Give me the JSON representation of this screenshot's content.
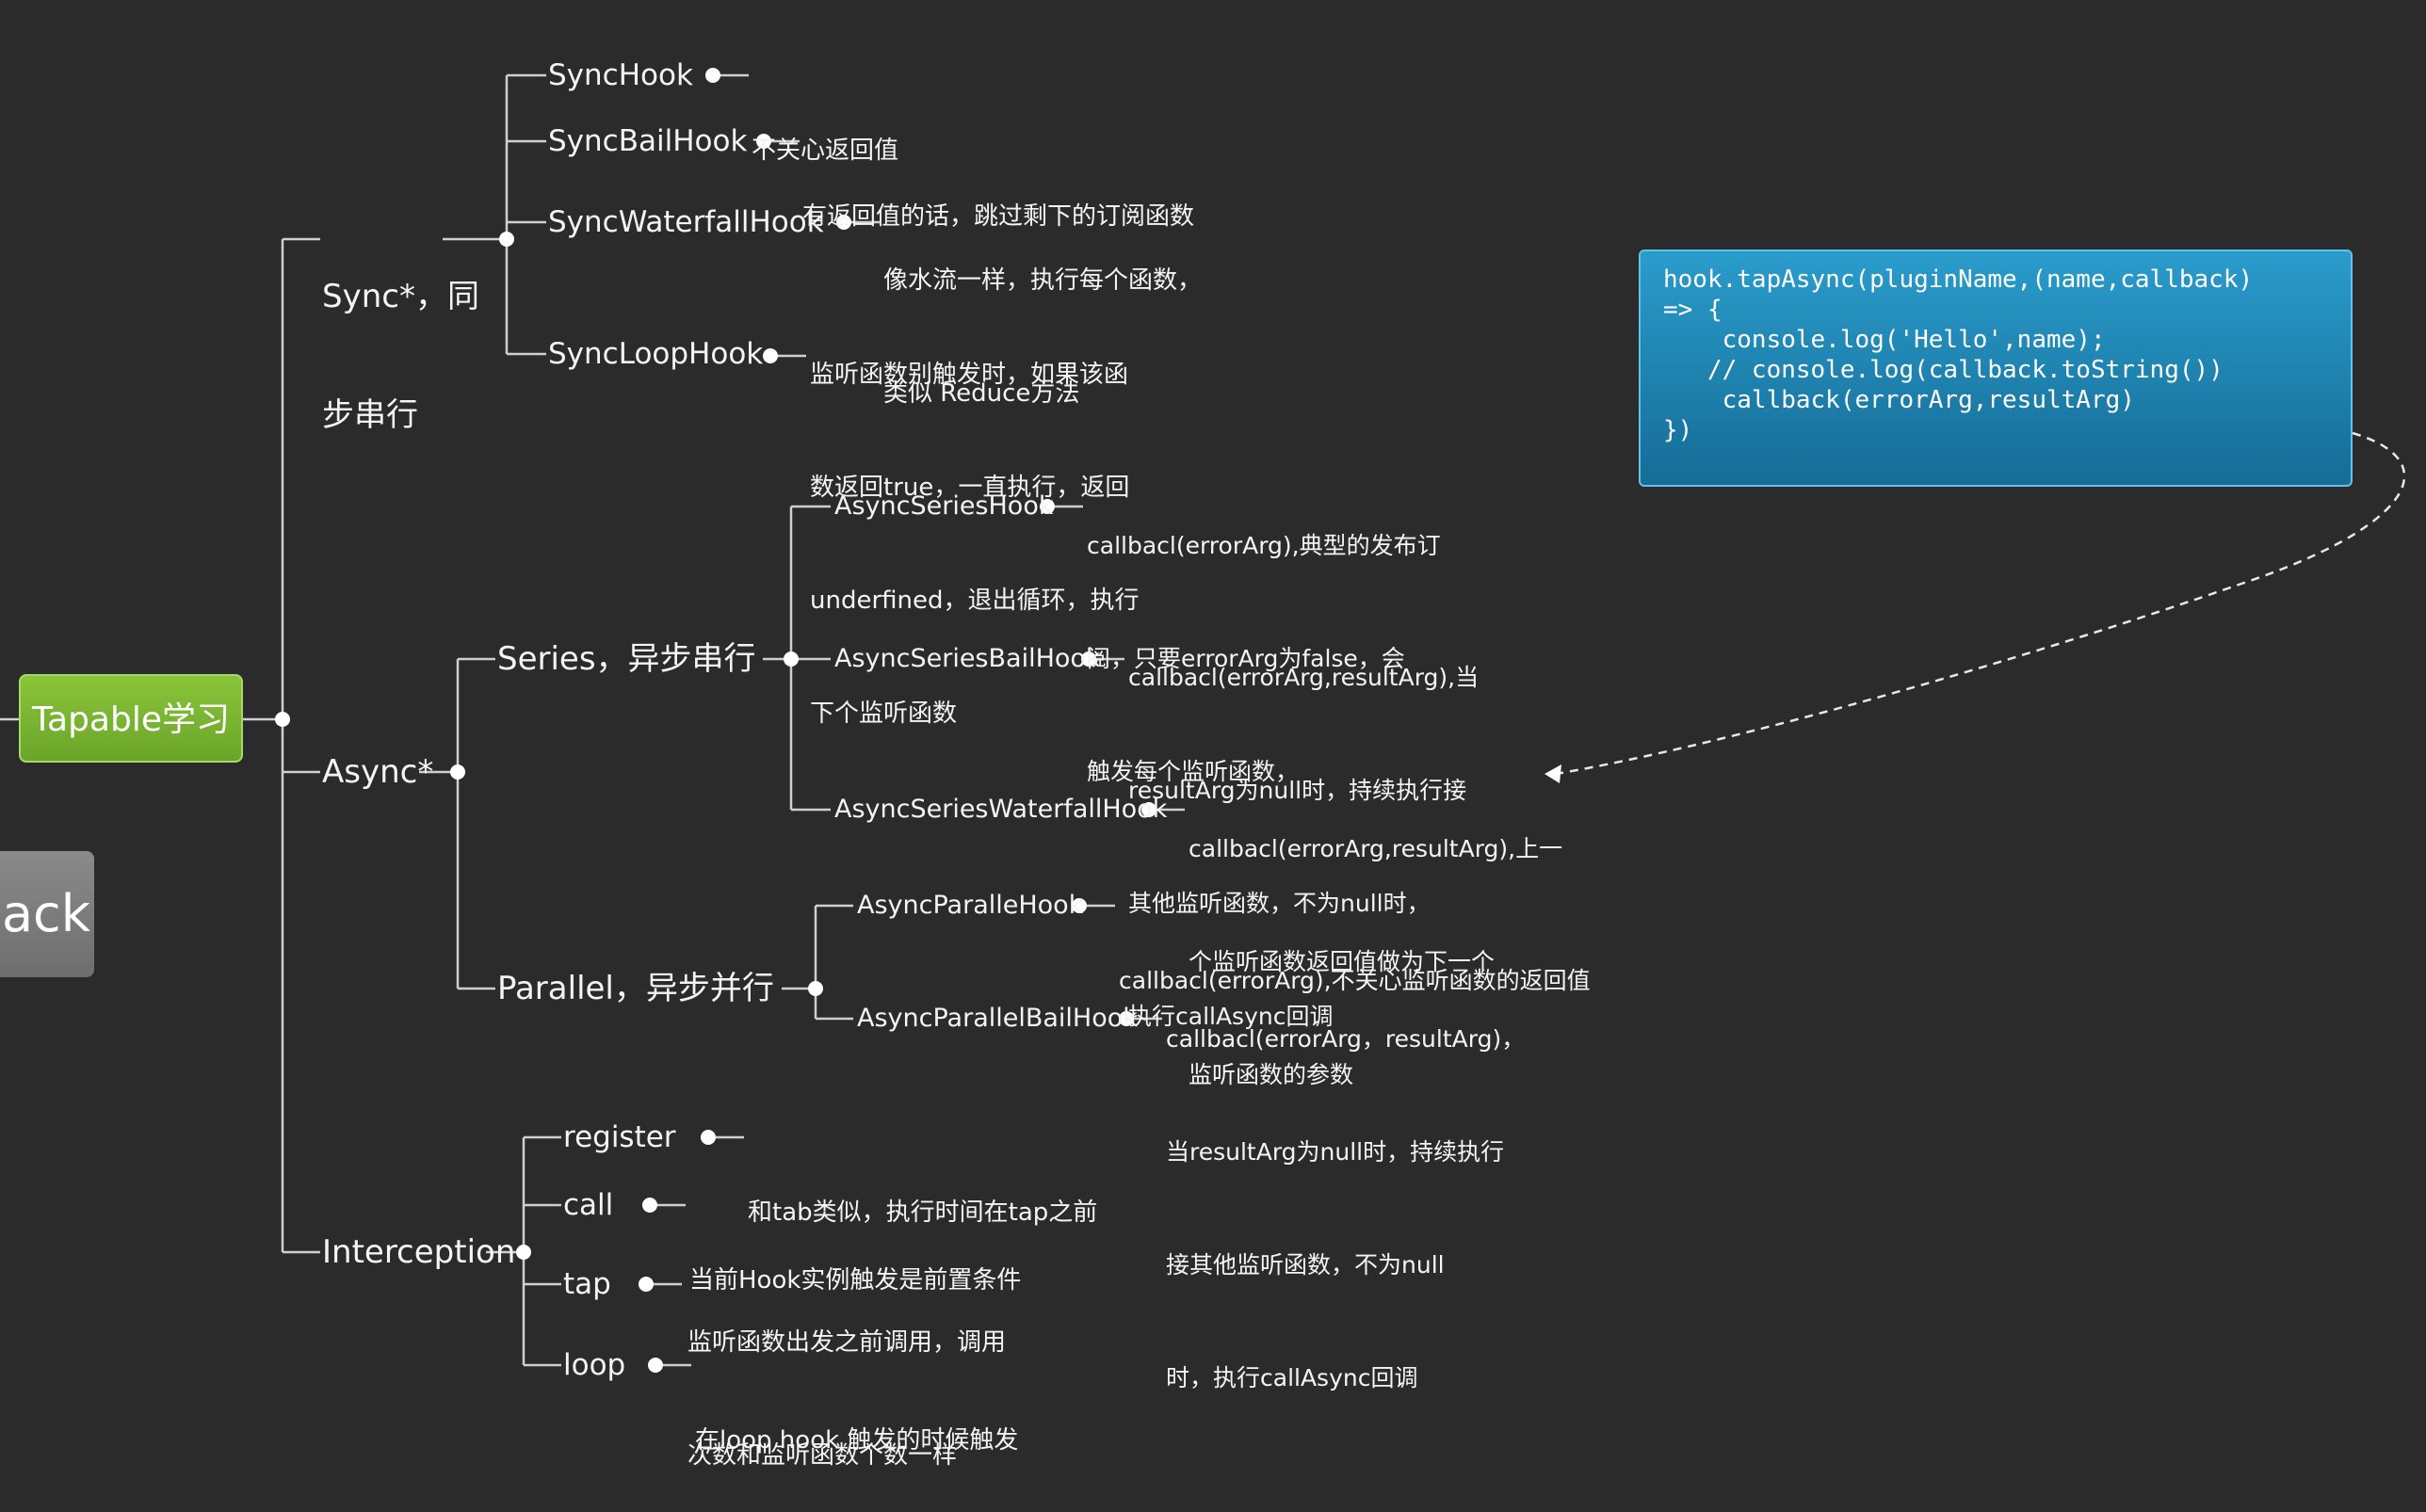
{
  "root": {
    "label": "Tapable学习"
  },
  "side_node": {
    "label": "ack"
  },
  "sync": {
    "label_line1": "Sync*，同",
    "label_line2": "步串行",
    "hooks": [
      {
        "name": "SyncHook",
        "desc": [
          "不关心返回值"
        ]
      },
      {
        "name": "SyncBailHook",
        "desc": [
          "有返回值的话，跳过剩下的订阅函数"
        ]
      },
      {
        "name": "SyncWaterfallHook",
        "desc": [
          "像水流一样，执行每个函数，",
          "类似 Reduce方法"
        ]
      },
      {
        "name": "SyncLoopHook",
        "desc": [
          "监听函数别触发时，如果该函",
          "数返回true，一直执行，返回",
          "underfined，退出循环，执行",
          "下个监听函数"
        ]
      }
    ]
  },
  "async": {
    "label": "Async*",
    "series": {
      "label": "Series，异步串行",
      "hooks": [
        {
          "name": "AsyncSeriesHook",
          "desc": [
            "callbacl(errorArg),典型的发布订",
            "阅，只要errorArg为false，会",
            "触发每个监听函数，"
          ]
        },
        {
          "name": "AsyncSeriesBailHook",
          "desc": [
            "callbacl(errorArg,resultArg),当",
            "resultArg为null时，持续执行接",
            "其他监听函数，不为null时，",
            "执行callAsync回调"
          ]
        },
        {
          "name": "AsyncSeriesWaterfallHook",
          "desc": [
            "callbacl(errorArg,resultArg),上一",
            "个监听函数返回值做为下一个",
            "监听函数的参数"
          ]
        }
      ]
    },
    "parallel": {
      "label": "Parallel，异步并行",
      "hooks": [
        {
          "name": "AsyncParalleHook",
          "desc": [
            "callbacl(errorArg),不关心监听函数的返回值"
          ]
        },
        {
          "name": "AsyncParallelBailHook",
          "desc": [
            "callbacl(errorArg，resultArg)，",
            "当resultArg为null时，持续执行",
            "接其他监听函数，不为null",
            "时，执行callAsync回调"
          ]
        }
      ]
    }
  },
  "interception": {
    "label": "Interception",
    "items": [
      {
        "name": "register",
        "desc": [
          "和tab类似，执行时间在tap之前"
        ]
      },
      {
        "name": "call",
        "desc": [
          "当前Hook实例触发是前置条件"
        ]
      },
      {
        "name": "tap",
        "desc": [
          "监听函数出发之前调用，调用",
          "次数和监听函数个数一样"
        ]
      },
      {
        "name": "loop",
        "desc": [
          "在loop hook 触发的时候触发"
        ]
      }
    ]
  },
  "code_note": {
    "lines": [
      "hook.tapAsync(pluginName,(name,callback)",
      "=> {",
      "    console.log('Hello',name);",
      "   // console.log(callback.toString())",
      "    callback(errorArg,resultArg)",
      "})"
    ]
  },
  "colors": {
    "background": "#2b2b2b",
    "line": "#cfcfcf",
    "root_fill": "#7db632",
    "code_fill": "#1f86b4"
  }
}
